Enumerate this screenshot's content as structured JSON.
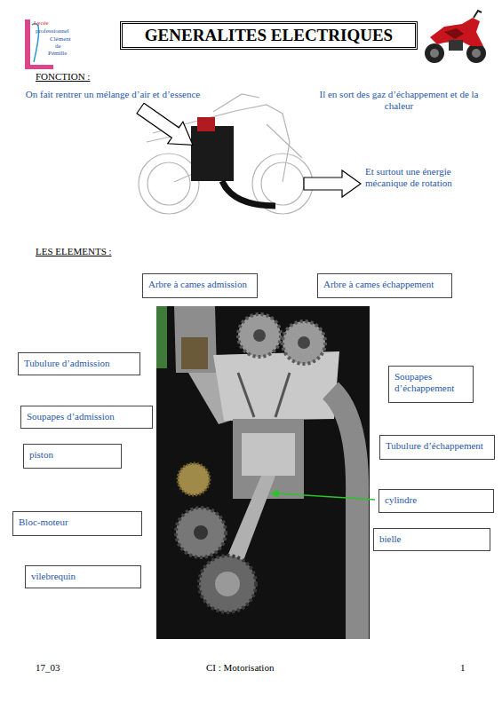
{
  "diagram": {
    "title": "GENERALITES ELECTRIQUES",
    "nodes": [
      {
        "text": [
          "Arbre à cames admission"
        ]
      },
      {
        "text": [
          "Arbre à cames échappement"
        ]
      },
      {
        "text": [
          "Tubulure d’admission"
        ]
      },
      {
        "text": [
          "Soupapes d’échappement"
        ]
      },
      {
        "text": [
          "Soupapes d’admission"
        ]
      },
      {
        "text": [
          "Tubulure d’échappement"
        ]
      },
      {
        "text": [
          "piston"
        ]
      },
      {
        "text": [
          "cylindre"
        ]
      },
      {
        "text": [
          "Bloc-moteur"
        ]
      },
      {
        "text": [
          "bielle"
        ]
      },
      {
        "text": [
          "vilebrequin"
        ]
      }
    ],
    "labels": [
      "FONCTION :",
      "On fait rentrer un mélange d’air et d’essence",
      "Il en sort des gaz d’échappement et de la chaleur",
      "Et surtout une énergie mécanique de rotation",
      "LES ELEMENTS :",
      "17_03",
      "CI : Motorisation",
      "1",
      "Lycée",
      "professionnel",
      "Clément",
      "de",
      "Pémille"
    ]
  }
}
